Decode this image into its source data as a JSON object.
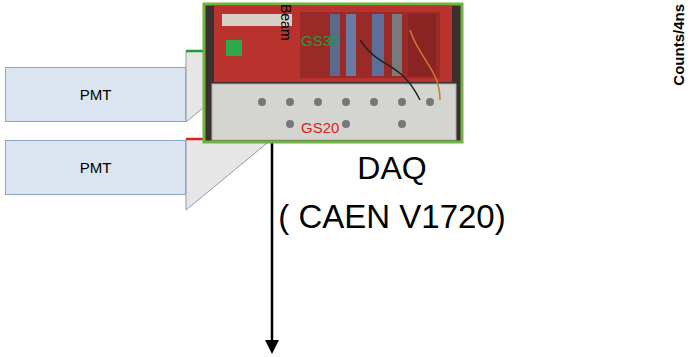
{
  "diagram": {
    "nodes": [
      {
        "text": [
          "PMT"
        ]
      },
      {
        "text": [
          "PMT"
        ]
      }
    ],
    "labels": [
      "Beam",
      "GS30",
      "GS20",
      "DAQ",
      "( CAEN V1720)",
      "Counts/4ns"
    ]
  }
}
